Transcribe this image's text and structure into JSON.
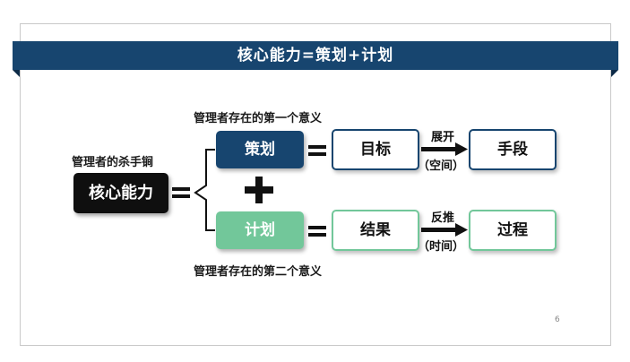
{
  "slide": {
    "title": "核心能力=策划+计划",
    "page_number": "6"
  },
  "diagram": {
    "core_caption": "管理者的杀手锏",
    "core_label": "核心能力",
    "top_caption": "管理者存在的第一个意义",
    "bottom_caption": "管理者存在的第二个意义",
    "plan_label": "策划",
    "schedule_label": "计划",
    "goal_label": "目标",
    "means_label": "手段",
    "result_label": "结果",
    "process_label": "过程",
    "top_arrow_label": "展开",
    "top_arrow_note": "（空间）",
    "bottom_arrow_label": "反推",
    "bottom_arrow_note": "（时间）"
  },
  "colors": {
    "banner": "#17456f",
    "plan_fill": "#17456f",
    "schedule_fill": "#72c79a",
    "core_fill": "#0f0f0f"
  }
}
